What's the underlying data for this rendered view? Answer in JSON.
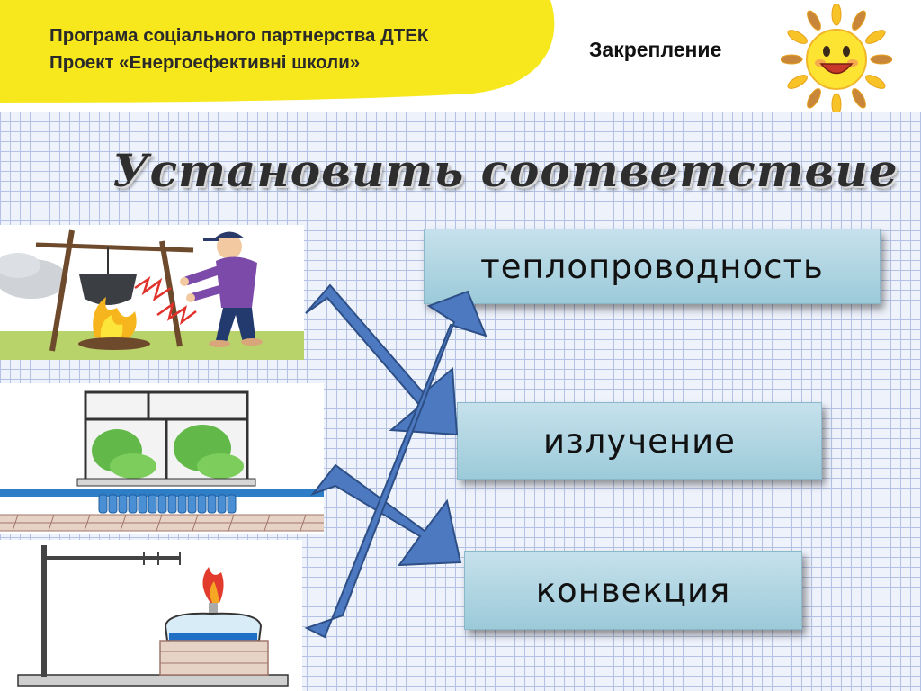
{
  "header": {
    "program_line_1": "Програма соціального партнерства ДТЕК",
    "program_line_2": "Проект «Енергоефективні школи»",
    "section_label": "Закрепление",
    "band_color": "#f7e81d"
  },
  "title": "Установить соответствие",
  "pictures": [
    {
      "name": "campfire-scene"
    },
    {
      "name": "window-radiator-scene"
    },
    {
      "name": "burner-flask-scene"
    }
  ],
  "terms": [
    "теплопроводность",
    "излучение",
    "конвекция"
  ],
  "colors": {
    "arrow": "#4d79c1",
    "term_box": "#b3d7e4",
    "grid_line": "#b3c2e4"
  }
}
